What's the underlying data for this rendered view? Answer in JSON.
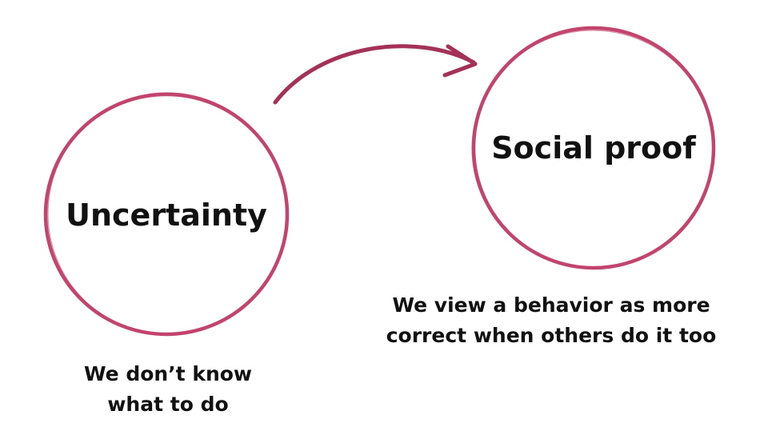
{
  "colors": {
    "circle_stroke": "#c2456e",
    "arrow_stroke": "#a43158",
    "text": "#111111",
    "background": "#ffffff"
  },
  "nodes": {
    "uncertainty": {
      "label": "Uncertainty",
      "caption_line1": "We don’t know",
      "caption_line2": "what to do"
    },
    "social_proof": {
      "label": "Social proof",
      "caption_line1": "We view a behavior as more",
      "caption_line2": "correct when others do it too"
    }
  },
  "edges": [
    {
      "from": "uncertainty",
      "to": "social_proof",
      "icon": "curved-arrow-icon"
    }
  ]
}
